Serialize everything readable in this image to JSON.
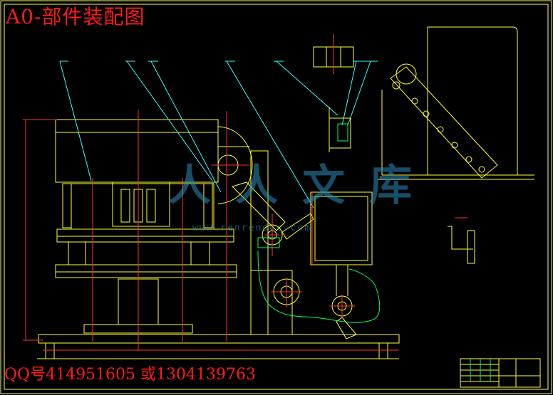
{
  "drawing": {
    "title": "A0-部件装配图",
    "contact": "QQ号414951605  或1304139763",
    "watermark": "人人文库",
    "watermark_url": "www.renrendoc.com"
  },
  "colors": {
    "background": "#000000",
    "frame": "#ffff66",
    "part_line": "#ffff33",
    "leader": "#33ffff",
    "dimension": "#ff3333",
    "center": "#ff00ff",
    "green_zone": "#00ff66",
    "overlay_text": "#ff1a1a",
    "watermark": "#2b8fbf"
  }
}
